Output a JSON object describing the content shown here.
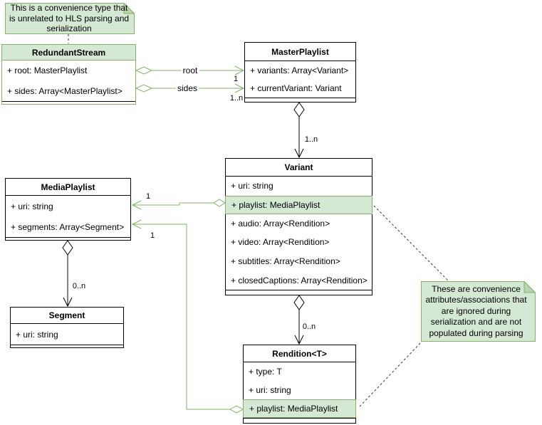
{
  "notes": {
    "convenience_type": {
      "text": "This is a convenience type that is unrelated to HLS parsing and serialization"
    },
    "convenience_attributes": {
      "text": "These are convenience attributes/associations that are ignored during serialization and are not populated during parsing"
    }
  },
  "classes": {
    "redundant_stream": {
      "title": "RedundantStream",
      "attributes": [
        "+ root: MasterPlaylist",
        "+ sides: Array<MasterPlaylist>"
      ]
    },
    "master_playlist": {
      "title": "MasterPlaylist",
      "attributes": [
        "+ variants: Array<Variant>",
        "+ currentVariant: Variant"
      ]
    },
    "variant": {
      "title": "Variant",
      "attributes": [
        "+ uri: string",
        "+ playlist: MediaPlaylist",
        "+ audio: Array<Rendition>",
        "+ video: Array<Rendition>",
        "+ subtitles: Array<Rendition>",
        "+ closedCaptions: Array<Rendition>"
      ]
    },
    "media_playlist": {
      "title": "MediaPlaylist",
      "attributes": [
        "+ uri: string",
        "+ segments: Array<Segment>"
      ]
    },
    "segment": {
      "title": "Segment",
      "attributes": [
        "+ uri: string"
      ]
    },
    "rendition": {
      "title": "Rendition<T>",
      "attributes": [
        "+ type: T",
        "+ uri: string",
        "+ playlist: MediaPlaylist"
      ]
    }
  },
  "edges": {
    "redundant_root_master": {
      "label": "root",
      "target_multiplicity": "1"
    },
    "redundant_sides_master": {
      "label": "sides",
      "target_multiplicity": "1..n"
    },
    "master_variants": {
      "target_multiplicity": "1..n"
    },
    "variant_renditions": {
      "target_multiplicity": "0..n"
    },
    "media_segments": {
      "target_multiplicity": "0..n"
    },
    "variant_playlist_media": {
      "target_multiplicity": "1"
    },
    "rendition_playlist_media": {
      "target_multiplicity": "1"
    }
  },
  "colors": {
    "green_fill": "#d5e8d4",
    "green_stroke": "#82b366",
    "note_fold": "#b8d3ae",
    "line": "#000000",
    "background": "#ffffff"
  }
}
